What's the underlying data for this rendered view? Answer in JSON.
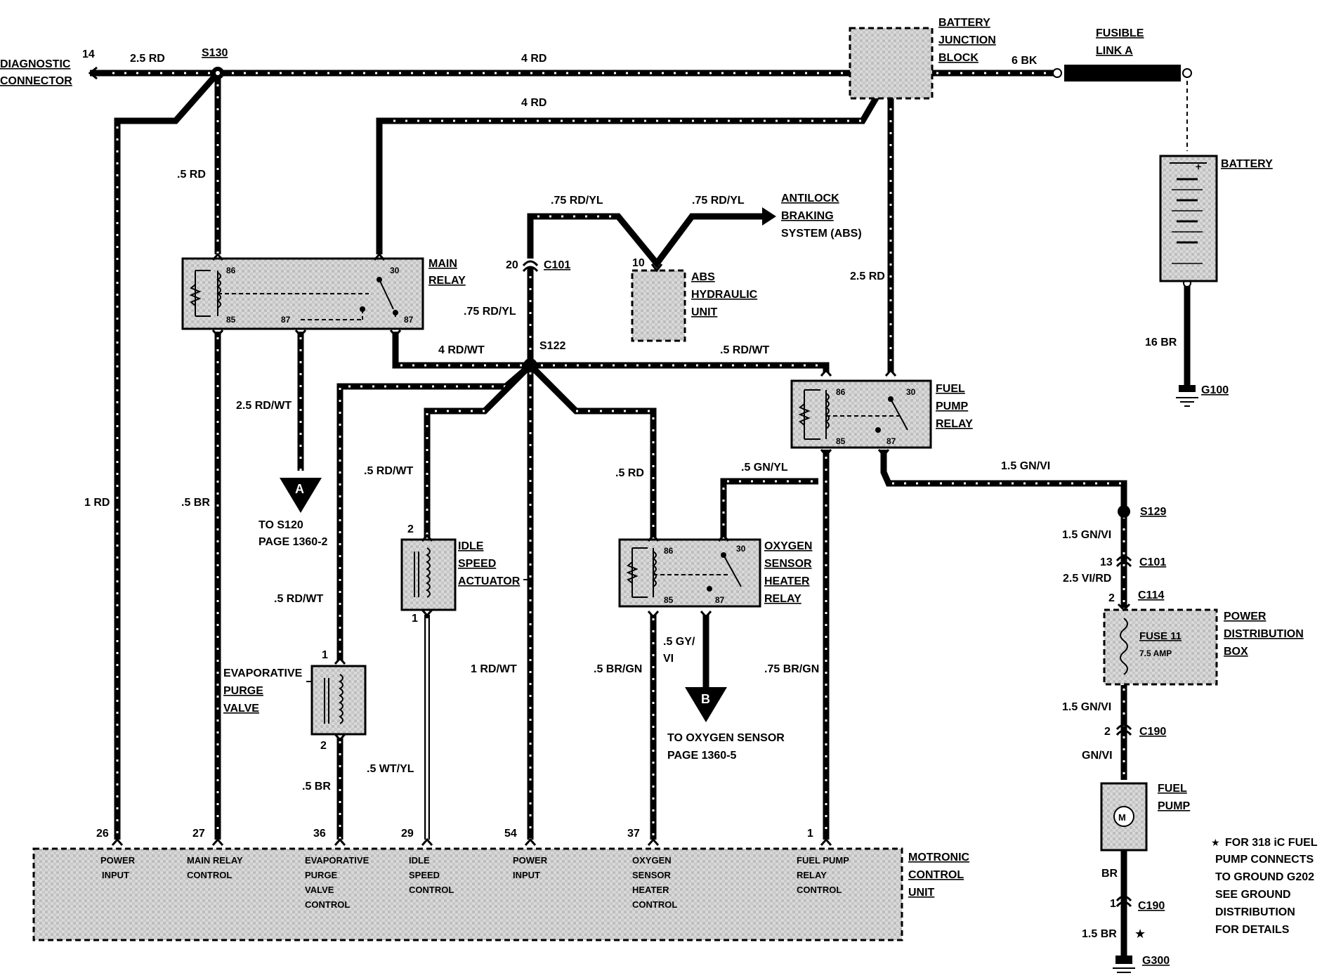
{
  "components": {
    "diagnostic_connector": {
      "lines": [
        "DIAGNOSTIC",
        "CONNECTOR"
      ],
      "pin": "14"
    },
    "battery_junction_block": {
      "lines": [
        "BATTERY",
        "JUNCTION",
        "BLOCK"
      ]
    },
    "fusible_link": {
      "lines": [
        "FUSIBLE",
        "LINK A"
      ]
    },
    "battery": {
      "label": "BATTERY",
      "ground": "G100",
      "wire": "16 BR"
    },
    "main_relay": {
      "lines": [
        "MAIN",
        "RELAY"
      ],
      "pins": [
        "86",
        "85",
        "30",
        "87",
        "87"
      ]
    },
    "abs_unit": {
      "lines": [
        "ABS",
        "HYDRAULIC",
        "UNIT"
      ],
      "pin": "10"
    },
    "abs_system": {
      "lines": [
        "ANTILOCK",
        "BRAKING",
        "SYSTEM (ABS)"
      ]
    },
    "fuel_pump_relay": {
      "lines": [
        "FUEL",
        "PUMP",
        "RELAY"
      ],
      "pins": [
        "86",
        "85",
        "30",
        "87"
      ]
    },
    "idle_speed_actuator": {
      "lines": [
        "IDLE",
        "SPEED",
        "ACTUATOR"
      ],
      "pins": [
        "2",
        "1"
      ]
    },
    "oxygen_sensor_heater_relay": {
      "lines": [
        "OXYGEN",
        "SENSOR",
        "HEATER",
        "RELAY"
      ],
      "pins": [
        "86",
        "85",
        "30",
        "87"
      ]
    },
    "evap_purge_valve": {
      "lines": [
        "EVAPORATIVE",
        "PURGE",
        "VALVE"
      ],
      "pins": [
        "1",
        "2"
      ]
    },
    "power_distribution_box": {
      "lines": [
        "POWER",
        "DISTRIBUTION",
        "BOX"
      ],
      "fuse": "FUSE 11",
      "amp": "7.5 AMP"
    },
    "fuel_pump": {
      "lines": [
        "FUEL",
        "PUMP"
      ],
      "motor": "M"
    },
    "motronic": {
      "lines": [
        "MOTRONIC",
        "CONTROL",
        "UNIT"
      ]
    }
  },
  "splices": {
    "s130": "S130",
    "s122": "S122",
    "s129": "S129"
  },
  "connectors": {
    "c101_top": {
      "pin": "20",
      "name": "C101"
    },
    "c101_right": {
      "pin": "13",
      "name": "C101"
    },
    "c114": {
      "pin": "2",
      "name": "C114"
    },
    "c190_top": {
      "pin": "2",
      "name": "C190"
    },
    "c190_bottom": {
      "pin": "1",
      "name": "C190"
    }
  },
  "ground_g300": "G300",
  "wires": {
    "w_25rd": "2.5 RD",
    "w_4rd_top": "4 RD",
    "w_4rd_mid": "4 RD",
    "w_6bk": "6 BK",
    "w_5rd_s130": ".5 RD",
    "w_075rdyl_a": ".75 RD/YL",
    "w_075rdyl_b": ".75 RD/YL",
    "w_075rdyl_c": ".75 RD/YL",
    "w_25rd_fp": "2.5 RD",
    "w_4rdwt": "4 RD/WT",
    "w_5rdwt_fp": ".5 RD/WT",
    "w_25rdwt": "2.5 RD/WT",
    "w_5rdwt_idle": ".5 RD/WT",
    "w_5rd_o2": ".5 RD",
    "w_5gnyl": ".5 GN/YL",
    "w_15gnvi": "1.5 GN/VI",
    "w_1rd": "1 RD",
    "w_5br": ".5 BR",
    "w_5rdwt_evap": ".5 RD/WT",
    "w_15gnvi_b": "1.5 GN/VI",
    "w_25vird": "2.5 VI/RD",
    "w_1rdwt": "1 RD/WT",
    "w_5brgn": ".5 BR/GN",
    "w_5gy": ".5 GY/",
    "w_vi": "VI",
    "w_075brgn": ".75 BR/GN",
    "w_15gnvi_c": "1.5 GN/VI",
    "w_gnvi": "GN/VI",
    "w_5br_evap": ".5 BR",
    "w_5wtyl": ".5 WT/YL",
    "w_br": "BR",
    "w_15br": "1.5 BR"
  },
  "refs": {
    "a": {
      "letter": "A",
      "lines": [
        "TO S120",
        "PAGE 1360-2"
      ]
    },
    "b": {
      "letter": "B",
      "lines": [
        "TO OXYGEN SENSOR",
        "PAGE 1360-5"
      ]
    }
  },
  "motronic_pins": [
    {
      "num": "26",
      "lines": [
        "POWER",
        "INPUT"
      ]
    },
    {
      "num": "27",
      "lines": [
        "MAIN RELAY",
        "CONTROL"
      ]
    },
    {
      "num": "36",
      "lines": [
        "EVAPORATIVE",
        "PURGE",
        "VALVE",
        "CONTROL"
      ]
    },
    {
      "num": "29",
      "lines": [
        "IDLE",
        "SPEED",
        "CONTROL"
      ]
    },
    {
      "num": "54",
      "lines": [
        "POWER",
        "INPUT"
      ]
    },
    {
      "num": "37",
      "lines": [
        "OXYGEN",
        "SENSOR",
        "HEATER",
        "CONTROL"
      ]
    },
    {
      "num": "1",
      "lines": [
        "FUEL PUMP",
        "RELAY",
        "CONTROL"
      ]
    }
  ],
  "note": {
    "symbol": "★",
    "lines": [
      "FOR 318 iC FUEL",
      "PUMP CONNECTS",
      "TO GROUND G202",
      "SEE GROUND",
      "DISTRIBUTION",
      "FOR DETAILS"
    ]
  }
}
